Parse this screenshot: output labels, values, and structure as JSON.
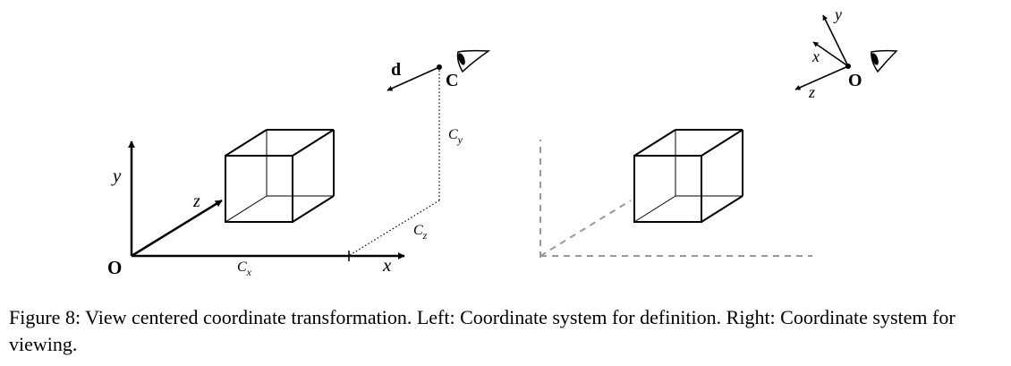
{
  "left": {
    "origin_label": "O",
    "x_axis_label": "x",
    "y_axis_label": "y",
    "z_axis_label": "z",
    "cx_label": "Cx",
    "cy_label": "Cy",
    "cz_label": "Cz",
    "camera_label": "C",
    "direction_label": "d"
  },
  "right": {
    "origin_label": "O",
    "x_axis_label": "x",
    "y_axis_label": "y",
    "z_axis_label": "z"
  },
  "caption": "Figure 8: View centered coordinate transformation. Left: Coordinate system for definition. Right: Coordinate system for viewing."
}
